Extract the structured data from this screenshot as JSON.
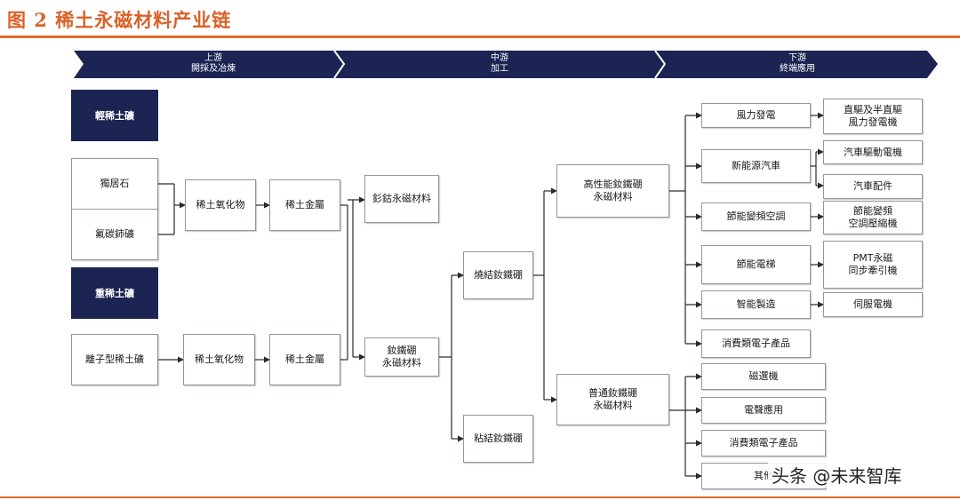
{
  "title": "图 2 稀土永磁材料产业链",
  "watermark": "头条 @未来智库",
  "stages": [
    "上游\n開採及冶煉",
    "中游\n加工",
    "下游\n終端應用"
  ],
  "categories": {
    "light": "輕稀土礦",
    "heavy": "重稀土礦"
  },
  "upstream": {
    "ore1": "獨居石",
    "ore2": "氟碳鈰礦",
    "oxide_light": "稀土氧化物",
    "metal_light": "稀土金屬",
    "ore_heavy": "離子型稀土礦",
    "oxide_heavy": "稀土氧化物",
    "metal_heavy": "稀土金屬"
  },
  "midstream": {
    "smco": "釤鈷永磁材料",
    "ndfeb": "釹鐵硼\n永磁材料",
    "sintered": "燒結釹鐵硼",
    "bonded": "粘結釹鐵硼",
    "high": "高性能釹鐵硼\n永磁材料",
    "normal": "普通釹鐵硼\n永磁材料"
  },
  "downstream": {
    "wind": "風力發電",
    "nev": "新能源汽車",
    "ac": "節能變頻空調",
    "elevator": "節能電梯",
    "smart": "智能製造",
    "consumer1": "消費類電子產品",
    "mag": "磁選機",
    "acoustic": "電聲應用",
    "consumer2": "消費類電子產品",
    "other": "其他"
  },
  "detail": {
    "wind": "直驅及半直驅\n風力發電機",
    "motor": "汽車驅動電機",
    "parts": "汽車配件",
    "compressor": "節能變頻\n空調壓縮機",
    "traction": "PMT永磁\n同步牽引機",
    "servo": "伺服電機"
  },
  "colors": {
    "arrow": "#1b2452",
    "accent": "#e36c2b",
    "title": "#d9622a"
  }
}
